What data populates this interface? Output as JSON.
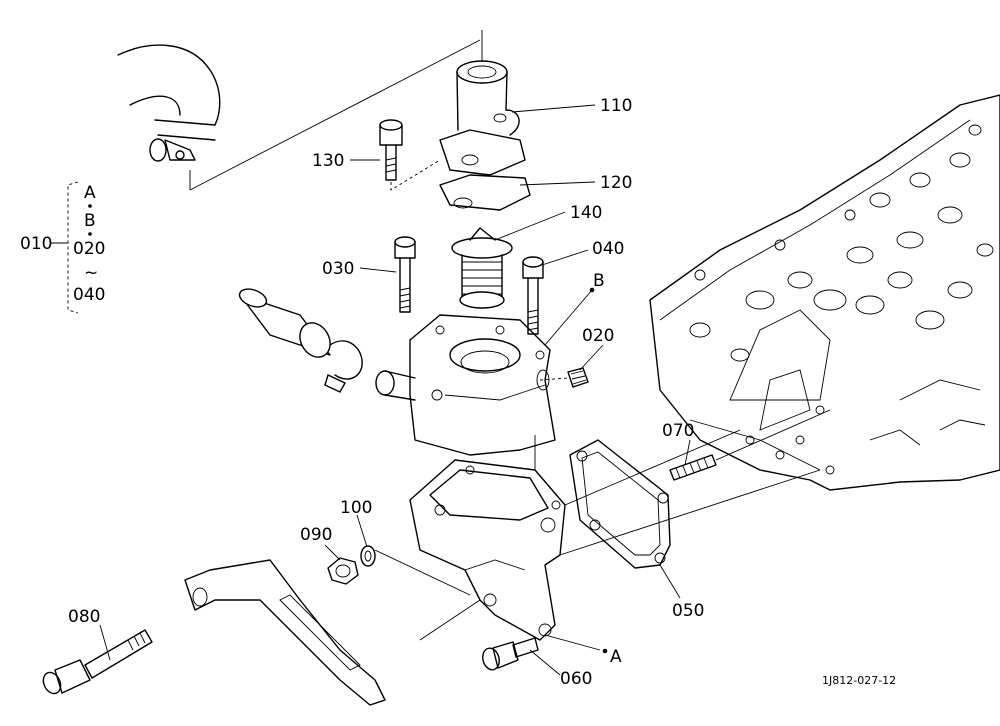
{
  "labels": {
    "p110": "110",
    "p130": "130",
    "p120": "120",
    "p140": "140",
    "p040": "040",
    "p030": "030",
    "pB": "B",
    "p020": "020",
    "p070": "070",
    "p100": "100",
    "p090": "090",
    "p080": "080",
    "p050": "050",
    "p060": "060",
    "pA": "A"
  },
  "group": {
    "main": "010",
    "line1": "A",
    "line2": "B",
    "line3": "020",
    "tilde": "~",
    "line4": "040"
  },
  "reference_code": "1J812-027-12"
}
